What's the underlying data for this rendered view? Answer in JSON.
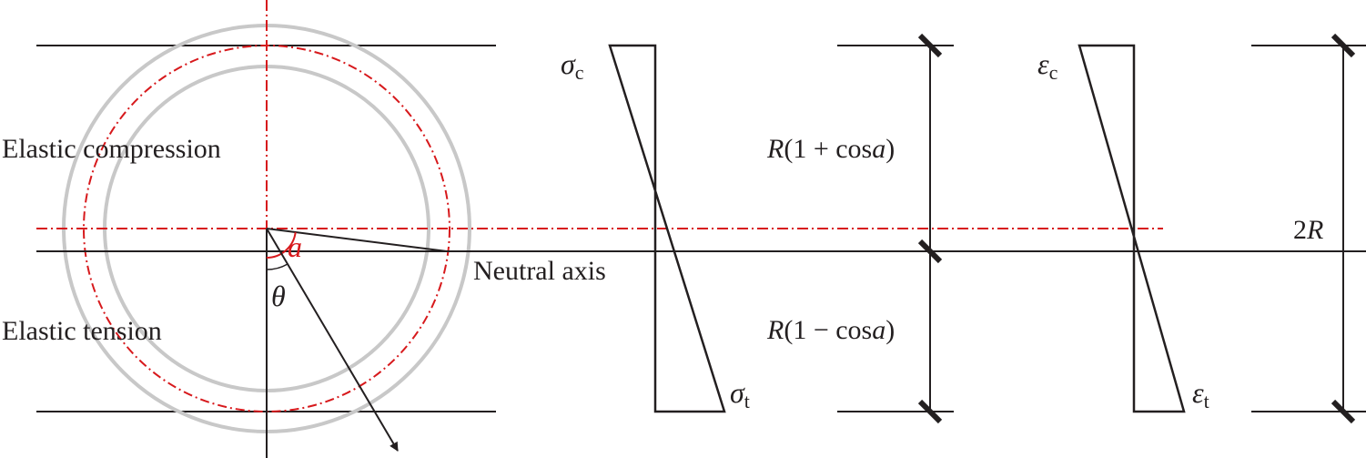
{
  "labels": {
    "compression": "Elastic compression",
    "tension": "Elastic tension",
    "neutral_axis": "Neutral axis",
    "angle_a": "a",
    "angle_theta": "θ"
  },
  "stress": {
    "top_symbol": "σ",
    "top_subscript": "c",
    "bottom_symbol": "σ",
    "bottom_subscript": "t"
  },
  "strain": {
    "top_symbol": "ε",
    "top_subscript": "c",
    "bottom_symbol": "ε",
    "bottom_subscript": "t"
  },
  "dimensions": {
    "upper_prefix": "R",
    "upper_body": "(1 + cos",
    "upper_var": "a",
    "upper_suffix": ")",
    "lower_prefix": "R",
    "lower_body": "(1 − cos",
    "lower_var": "a",
    "lower_suffix": ")",
    "total_num": "2",
    "total_var": "R"
  },
  "colors": {
    "line": "#231f20",
    "accent": "#d7191c",
    "ring": "#c8c8c8"
  }
}
